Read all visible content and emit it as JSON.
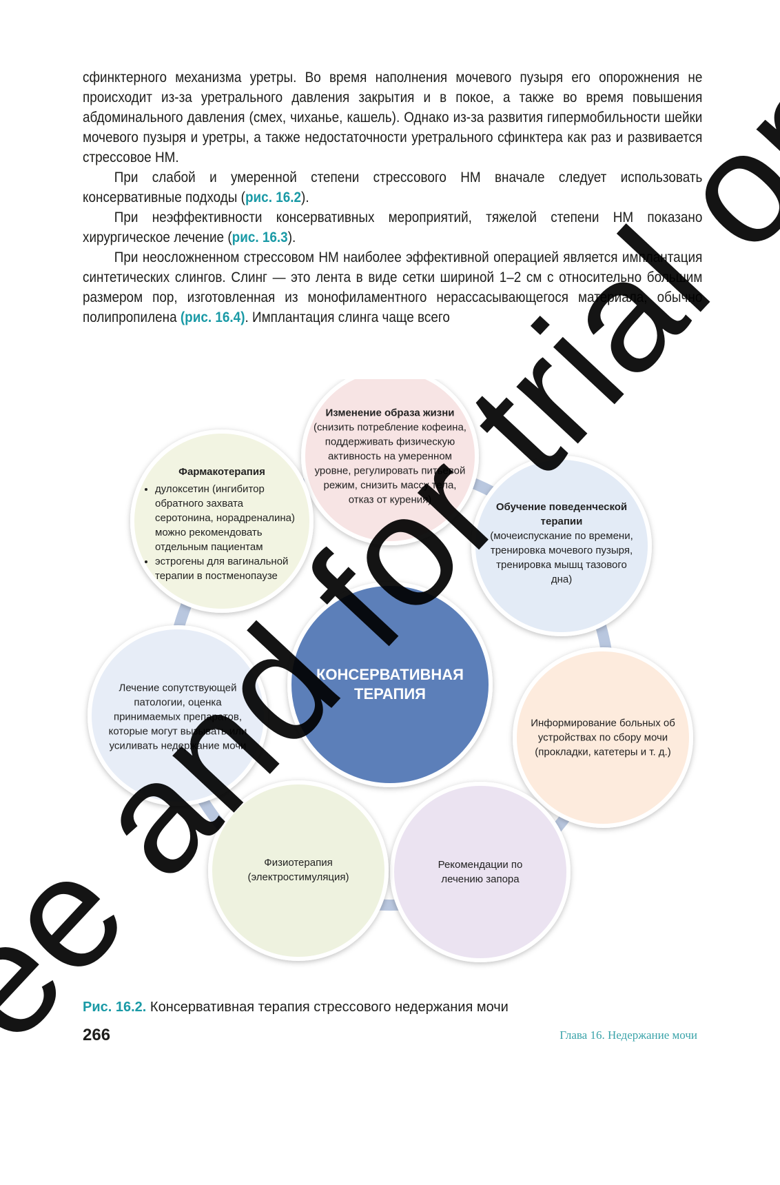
{
  "paragraphs": [
    "сфинктерного механизма уретры. Во время наполнения мочевого пузыря его опорожнения не происходит из-за уретрального давления закрытия и в покое, а также во время повышения абдоминального давления (смех, чиханье, кашель). Однако из-за развития гипермобильности шейки мочевого пузыря и уретры, а также недостаточности уретрального сфинктера как раз и развивается стрессовое НМ.",
    {
      "text": "При слабой и умеренной степени стрессового НМ вначале следует использовать консервативные подходы (",
      "ref": "рис. 16.2",
      "after": ")."
    },
    {
      "text": "При неэффективности консервативных мероприятий, тяжелой степени НМ показано хирургическое лечение (",
      "ref": "рис. 16.3",
      "after": ")."
    },
    {
      "text": "При неосложненном стрессовом НМ наиболее эффективной операцией является имплантация синтетических слингов. Слинг — это лента в виде сетки шириной 1–2 см с относительно большим размером пор, изготовленная из монофиламентного нерассасывающегося материала, обычно полипропилена ",
      "ref": "(рис. 16.4)",
      "after": ". Имплантация слинга чаще всего"
    }
  ],
  "diagram": {
    "center": {
      "line1": "КОНСЕРВАТИВНАЯ",
      "line2": "ТЕРАПИЯ",
      "color": "#5b7fb9"
    },
    "lifestyle": {
      "title": "Изменение образа жизни",
      "body": "(снизить потребление кофеина, поддерживать физическую активность на умеренном уровне, регулировать питьевой режим, снизить массу тела, отказ от курения)",
      "color": "#f7e4e4"
    },
    "behavior": {
      "title": "Обучение поведенческой терапии",
      "body": "(мочеиспускание по времени, тренировка мочевого пузыря, тренировка мышц тазового дна)",
      "color": "#e3ebf6"
    },
    "devices": {
      "body": "Информирование больных об устройствах по сбору мочи (прокладки, катетеры и т. д.)",
      "color": "#fdebdd"
    },
    "constipation": {
      "body": "Рекомендации по лечению запора",
      "color": "#ebe3f1"
    },
    "physio": {
      "body": "Физиотерапия (электростимуляция)",
      "color": "#eef2df"
    },
    "comorbid": {
      "body": "Лечение сопутствующей патологии, оценка принимаемых препаратов, которые могут вызывать или усиливать недержание мочи",
      "color": "#e7edf7"
    },
    "pharma": {
      "title": "Фармакотерапия",
      "items": [
        "дулоксетин (ингибитор обратного захвата серотонина, норадреналина) можно рекомендовать отдельным пациентам",
        "эстрогены для вагинальной терапии в постменопаузе"
      ],
      "color": "#f2f4e2"
    },
    "ring_color": "#b9c7df"
  },
  "caption": {
    "num": "Рис. 16.2.",
    "text": " Консервативная терапия стрессового недержания мочи"
  },
  "page_number": "266",
  "chapter": "Глава 16. Недержание мочи",
  "watermark": "Free and for trial only"
}
